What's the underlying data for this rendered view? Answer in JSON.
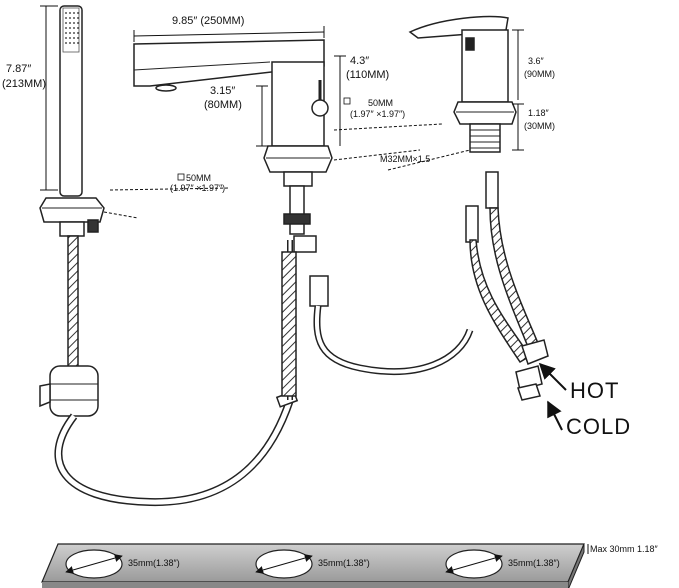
{
  "handshower": {
    "height_in": "7.87″",
    "height_mm": "(213MM)",
    "base_mm": "50MM",
    "base_in": "(1.97″ ×1.97″)"
  },
  "spout": {
    "reach": "9.85″ (250MM)",
    "spout_height_in": "3.15″",
    "spout_height_mm": "(80MM)",
    "body_height_in": "4.3″",
    "body_height_mm": "(110MM)",
    "base_mm": "50MM",
    "base_in": "(1.97″ ×1.97″)"
  },
  "handle": {
    "height_in": "3.6″",
    "height_mm": "(90MM)",
    "base_height_in": "1.18″",
    "base_height_mm": "(30MM)",
    "thread": "M32MM×1.5"
  },
  "supply": {
    "hot": "HOT",
    "cold": "COLD"
  },
  "deck": {
    "max_thickness": "Max 30mm 1.18″",
    "hole_1": "35mm(1.38″)",
    "hole_2": "35mm(1.38″)",
    "hole_3": "35mm(1.38″)"
  }
}
